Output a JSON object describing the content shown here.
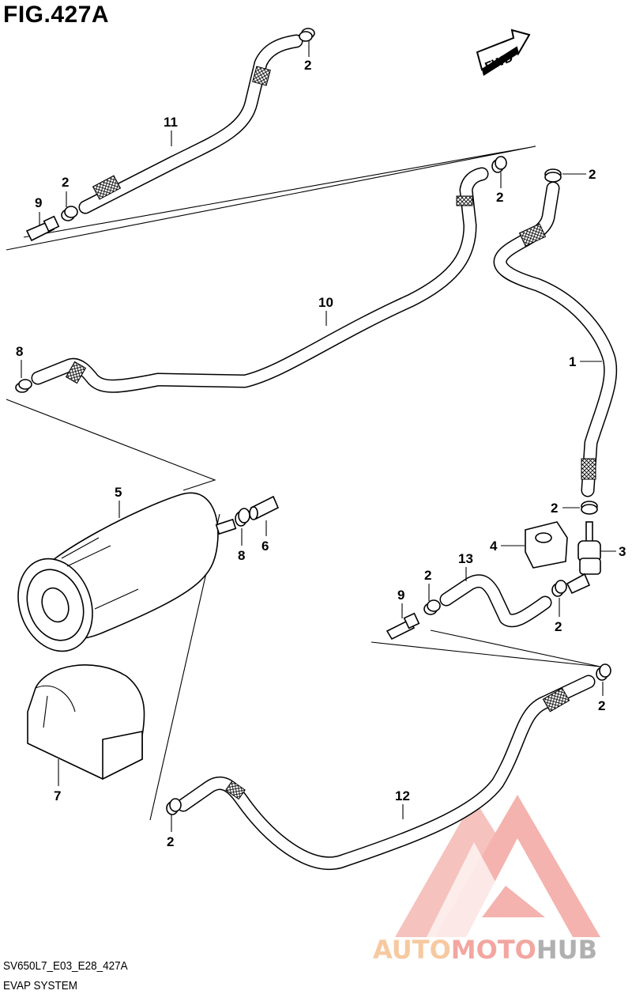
{
  "figure": {
    "title": "FIG.427A",
    "code": "SV650L7_E03_E28_427A",
    "subtitle": "EVAP SYSTEM",
    "fwd_label": "FWD"
  },
  "callouts": {
    "c1": "1",
    "c2a": "2",
    "c2b": "2",
    "c2c": "2",
    "c2d": "2",
    "c2e": "2",
    "c2f": "2",
    "c2g": "2",
    "c2h": "2",
    "c2i": "2",
    "c3": "3",
    "c4": "4",
    "c5": "5",
    "c6": "6",
    "c7": "7",
    "c8a": "8",
    "c8b": "8",
    "c9a": "9",
    "c9b": "9",
    "c10": "10",
    "c11": "11",
    "c12": "12",
    "c13": "13"
  },
  "watermark": {
    "part1": "AUTO",
    "part2": "MOTO",
    "part3": "HUB",
    "color_primary": "#f3a6a0",
    "color_accent": "#f7c9a0",
    "color_grey": "#b0b0b0"
  }
}
